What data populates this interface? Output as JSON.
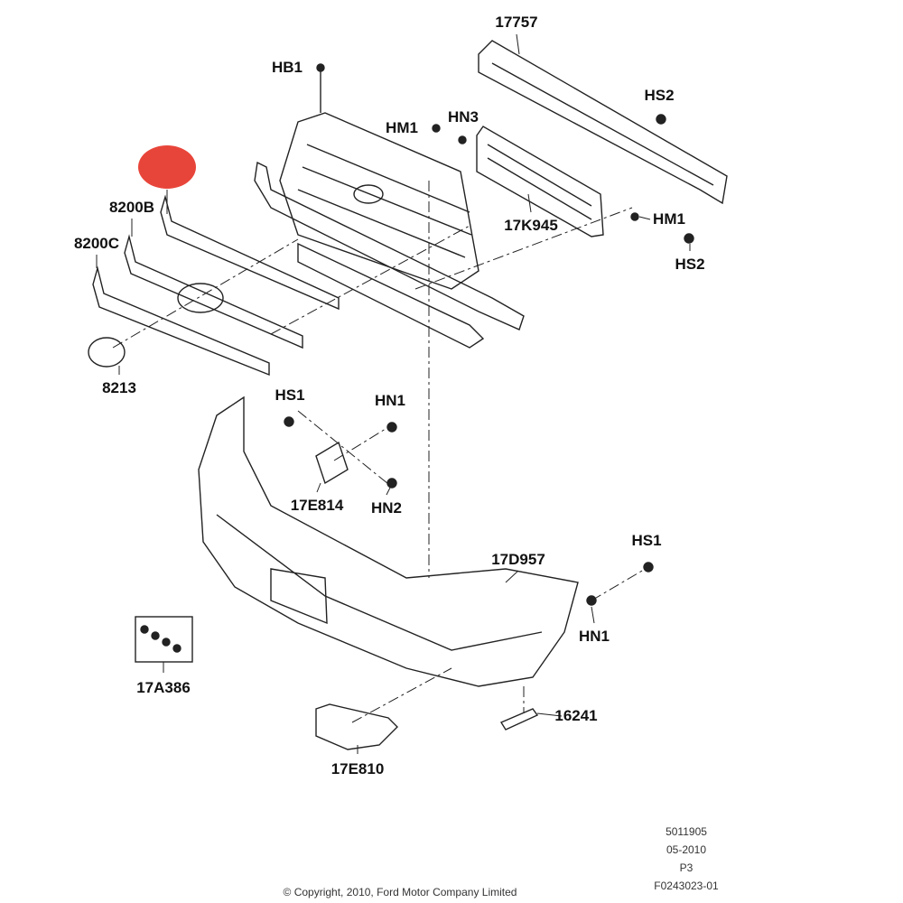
{
  "callouts": [
    {
      "id": "17757",
      "label": "17757"
    },
    {
      "id": "hb1",
      "label": "HB1"
    },
    {
      "id": "hs2-top",
      "label": "HS2"
    },
    {
      "id": "hm1-top",
      "label": "HM1"
    },
    {
      "id": "hn3",
      "label": "HN3"
    },
    {
      "id": "8200b",
      "label": "8200B"
    },
    {
      "id": "17k945",
      "label": "17K945"
    },
    {
      "id": "hm1-right",
      "label": "HM1"
    },
    {
      "id": "8200c",
      "label": "8200C"
    },
    {
      "id": "hs2-right",
      "label": "HS2"
    },
    {
      "id": "8213",
      "label": "8213"
    },
    {
      "id": "hs1-left",
      "label": "HS1"
    },
    {
      "id": "hn1-center",
      "label": "HN1"
    },
    {
      "id": "17e814",
      "label": "17E814"
    },
    {
      "id": "hn2",
      "label": "HN2"
    },
    {
      "id": "17d957",
      "label": "17D957"
    },
    {
      "id": "hs1-right",
      "label": "HS1"
    },
    {
      "id": "hn1-right",
      "label": "HN1"
    },
    {
      "id": "17a386",
      "label": "17A386"
    },
    {
      "id": "16241",
      "label": "16241"
    },
    {
      "id": "17e810",
      "label": "17E810"
    }
  ],
  "meta": {
    "lines": [
      "5011905",
      "05-2010",
      "P3",
      "F0243023-01"
    ],
    "copyright": "© Copyright, 2010, Ford Motor Company Limited"
  },
  "colors": {
    "highlight": "#e8453a",
    "line": "#222222"
  }
}
